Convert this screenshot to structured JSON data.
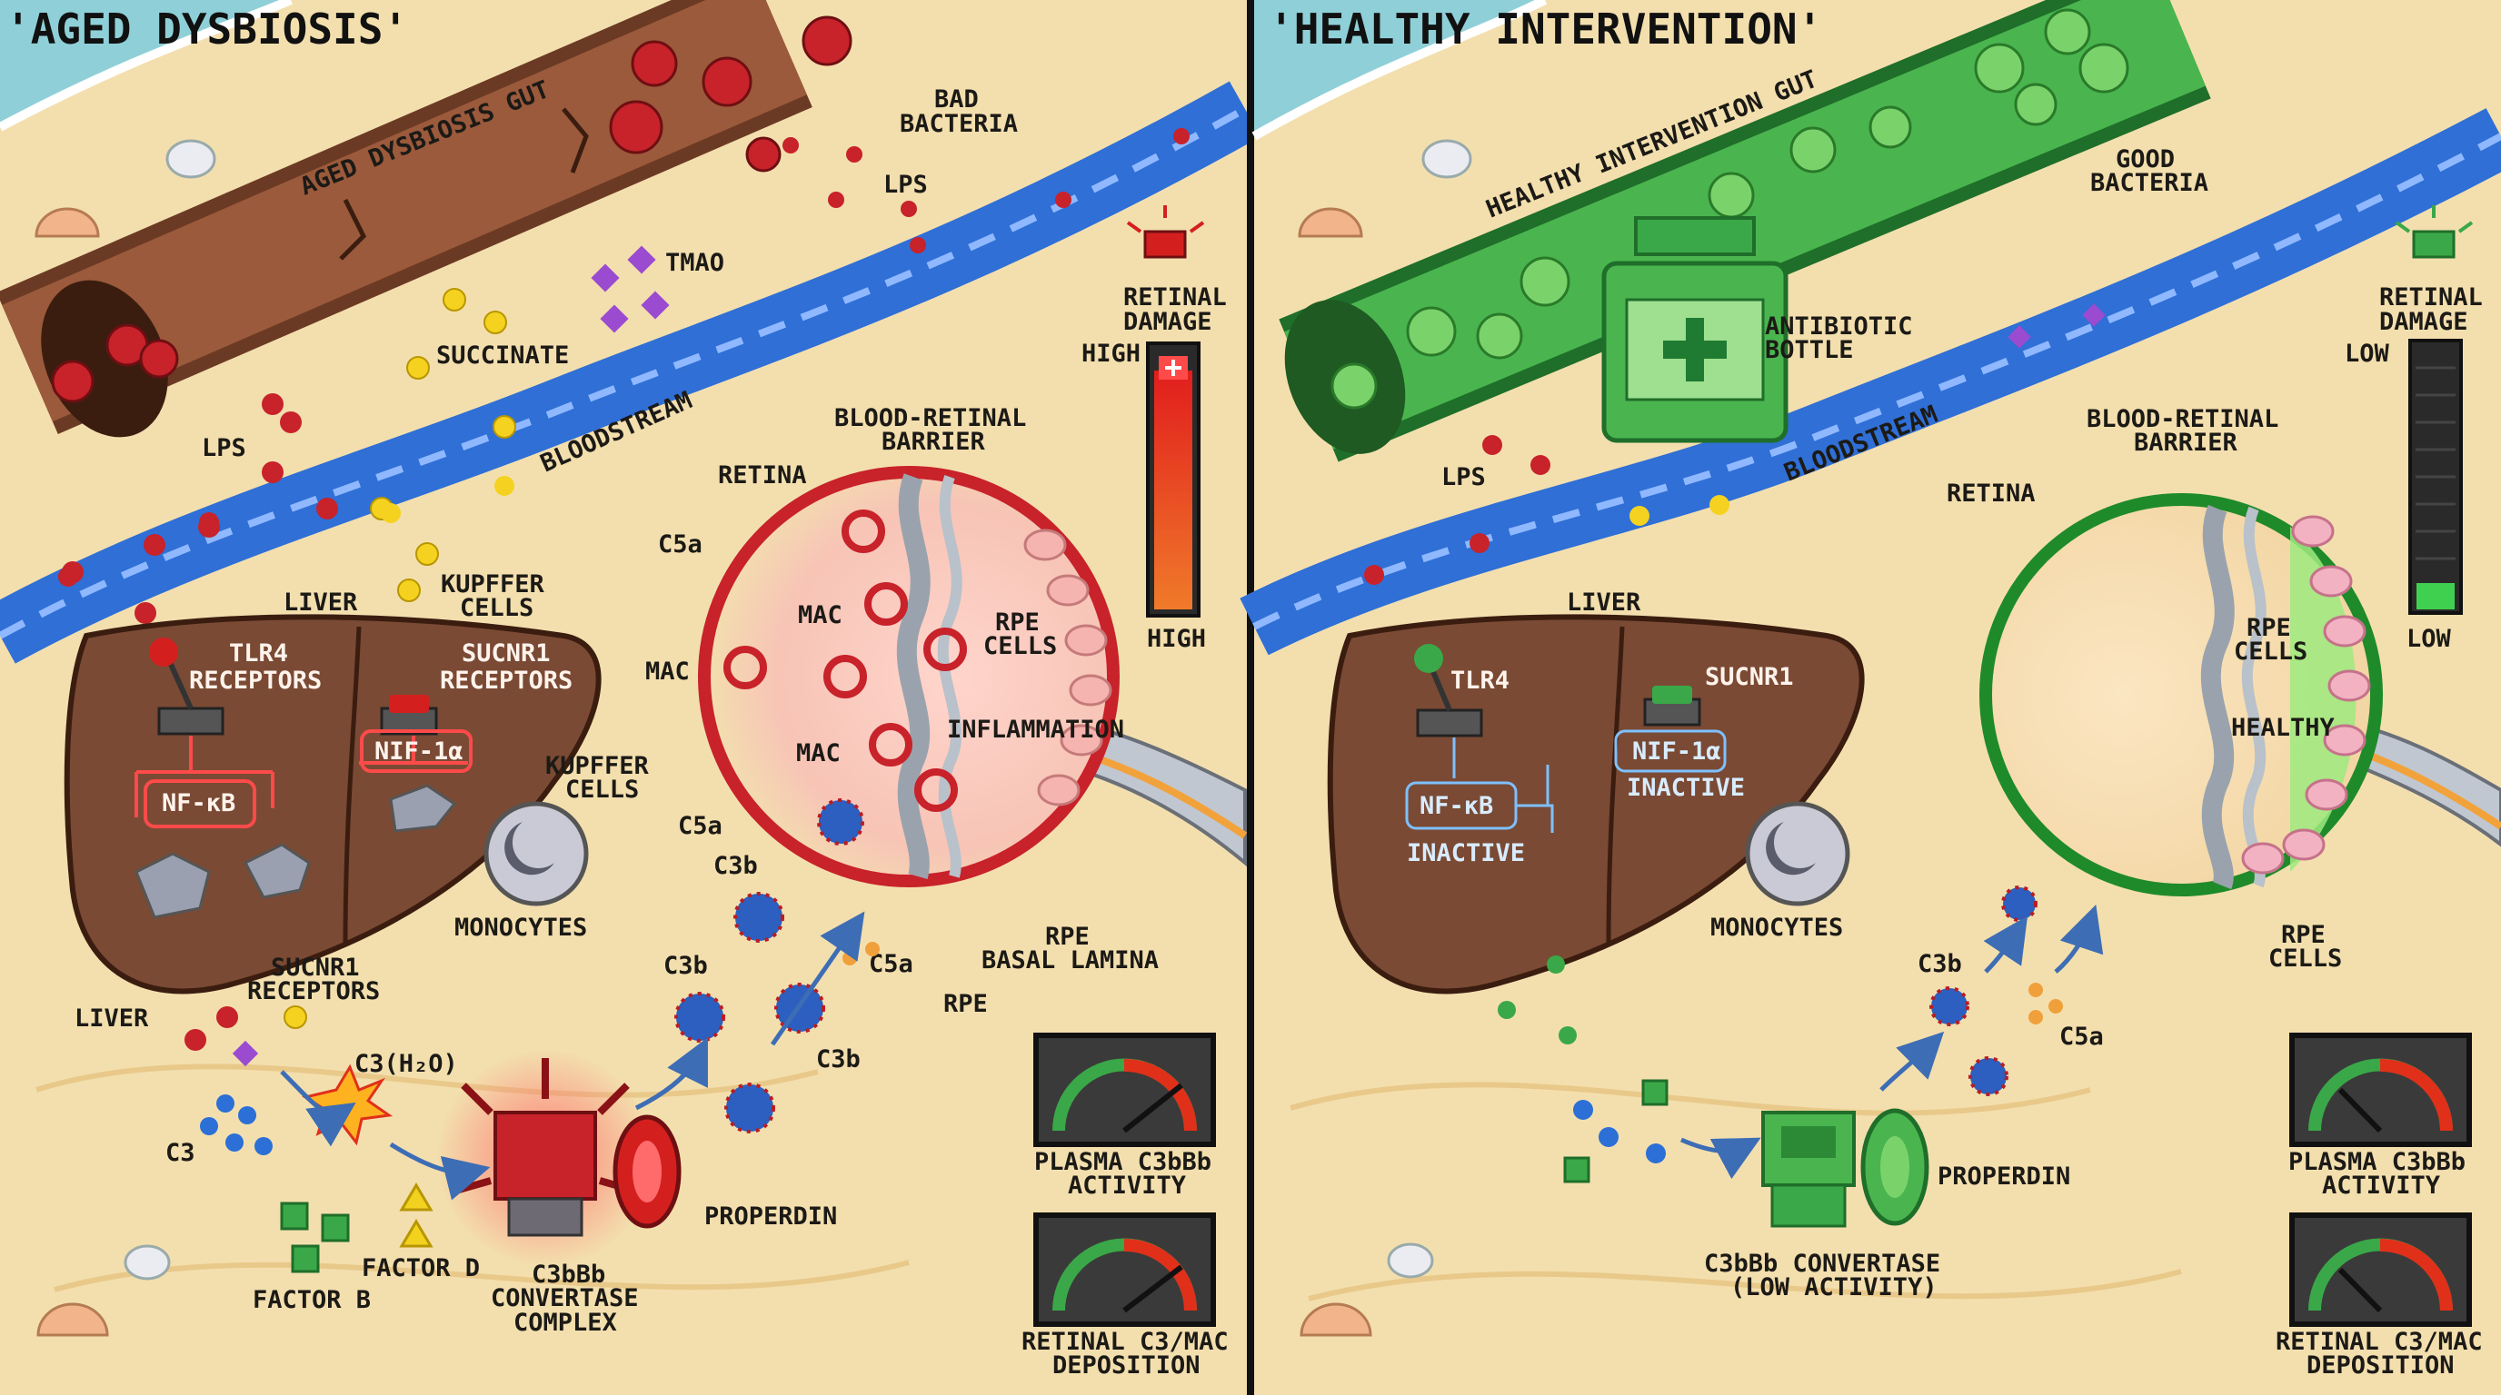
{
  "left": {
    "title": "'AGED DYSBIOSIS'",
    "gut_label": "AGED DYSBIOSIS GUT",
    "bad_bacteria": [
      "BAD",
      "BACTERIA"
    ],
    "lps_top": "LPS",
    "tmao": "TMAO",
    "succinate": "SUCCINATE",
    "lps_left": "LPS",
    "bloodstream": "BLOODSTREAM",
    "retinal_damage": [
      "RETINAL",
      "DAMAGE"
    ],
    "meter_high_top": "HIGH",
    "meter_high_bottom": "HIGH",
    "blood_retinal_barrier": [
      "BLOOD-RETINAL",
      "BARRIER"
    ],
    "retina": "RETINA",
    "c5a_top": "C5a",
    "mac_1": "MAC",
    "mac_2": "MAC",
    "mac_3": "MAC",
    "rpe_cells": [
      "RPE",
      "CELLS"
    ],
    "inflammation": "INFLAMMATION",
    "c5a_mid": "C5a",
    "c3b_1": "C3b",
    "c3b_2": "C3b",
    "c3b_3": "C3b",
    "c5a_bottom": "C5a",
    "rpe_basal_lamina": [
      "RPE",
      "BASAL LAMINA"
    ],
    "rpe": "RPE",
    "kupffer_top": [
      "KUPFFER",
      "CELLS"
    ],
    "liver_top": "LIVER",
    "tlr4": [
      "TLR4",
      "RECEPTORS"
    ],
    "sucnr1_top": [
      "SUCNR1",
      "RECEPTORS"
    ],
    "nif": "NIF-1α",
    "nfkb": "NF-κB",
    "kupffer_mid": [
      "KUPFFER",
      "CELLS"
    ],
    "monocytes": "MONOCYTES",
    "sucnr1_bottom": [
      "SUCNR1",
      "RECEPTORS"
    ],
    "liver_bottom": "LIVER",
    "c3h2o": "C3(H₂O)",
    "c3": "C3",
    "factor_d": "FACTOR D",
    "factor_b": "FACTOR B",
    "convertase": [
      "C3bBb",
      "CONVERTASE",
      "COMPLEX"
    ],
    "properdin": "PROPERDIN",
    "gauge_plasma": [
      "PLASMA C3bBb",
      "ACTIVITY"
    ],
    "gauge_retinal": [
      "RETINAL C3/MAC",
      "DEPOSITION"
    ],
    "meter_level": 0.92
  },
  "right": {
    "title": "'HEALTHY INTERVENTION'",
    "gut_label": "HEALTHY INTERVENTION GUT",
    "good_bacteria": [
      "GOOD",
      "BACTERIA"
    ],
    "antibiotic": [
      "ANTIBIOTIC",
      "BOTTLE"
    ],
    "bloodstream": "BLOODSTREAM",
    "lps": "LPS",
    "retinal_damage": [
      "RETINAL",
      "DAMAGE"
    ],
    "meter_low_top": "LOW",
    "meter_low_bottom": "LOW",
    "blood_retinal_barrier": [
      "BLOOD-RETINAL",
      "BARRIER"
    ],
    "retina": "RETINA",
    "rpe_cells_top": [
      "RPE",
      "CELLS"
    ],
    "healthy": "HEALTHY",
    "rpe_cells_bottom": [
      "RPE",
      "CELLS"
    ],
    "liver": "LIVER",
    "tlr4": "TLR4",
    "sucnr1": "SUCNR1",
    "nif": "NIF-1α",
    "nif_state": "INACTIVE",
    "nfkb": "NF-κB",
    "nfkb_state": "INACTIVE",
    "monocytes": "MONOCYTES",
    "c3b": "C3b",
    "c5a": "C5a",
    "properdin": "PROPERDIN",
    "convertase": [
      "C3bBb CONVERTASE",
      "(LOW ACTIVITY)"
    ],
    "gauge_plasma": [
      "PLASMA C3bBb",
      "ACTIVITY"
    ],
    "gauge_retinal": [
      "RETINAL C3/MAC",
      "DEPOSITION"
    ],
    "meter_level": 0.1
  },
  "colors": {
    "sand": "#f3dfae",
    "river": "#2f6fd6",
    "bad": "#c8222a",
    "good": "#3fb043",
    "liver": "#7a4a34"
  }
}
